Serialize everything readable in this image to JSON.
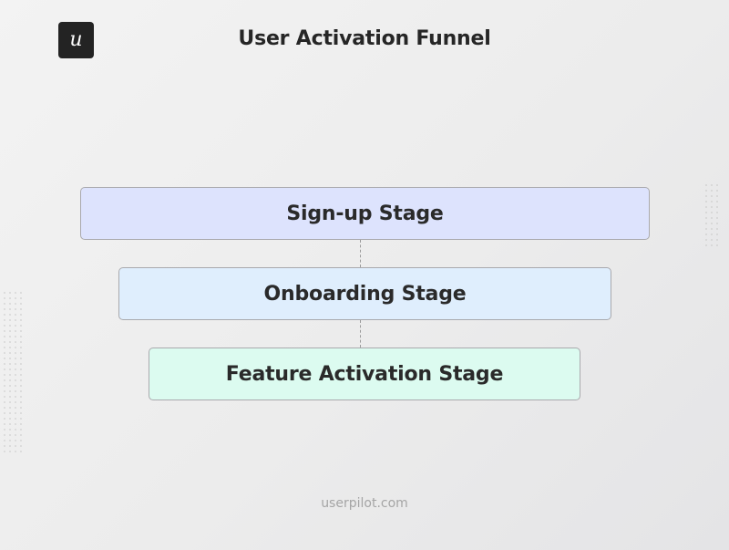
{
  "header": {
    "logo_glyph": "u",
    "logo_icon": "userpilot-logo-icon",
    "title": "User Activation Funnel"
  },
  "funnel": {
    "stages": [
      {
        "label": "Sign-up Stage",
        "color": "#dde3fd"
      },
      {
        "label": "Onboarding Stage",
        "color": "#dfeefd"
      },
      {
        "label": "Feature Activation Stage",
        "color": "#dcfbf0"
      }
    ],
    "connector_style": "dashed"
  },
  "footer": {
    "source": "userpilot.com"
  }
}
